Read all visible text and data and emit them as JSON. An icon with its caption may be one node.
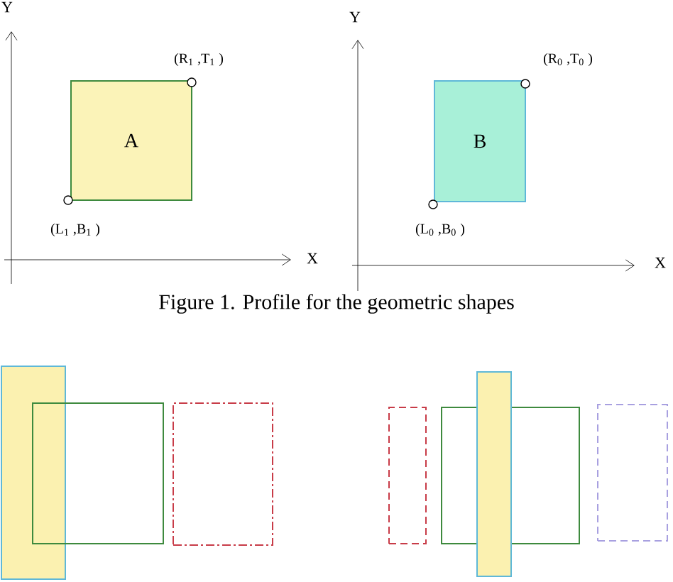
{
  "diagram": {
    "caption": "Figure 1. Profile for the geometric shapes",
    "nodes": [
      {
        "text": [
          "A"
        ]
      },
      {
        "text": [
          "B"
        ]
      },
      {
        "text": [],
        "shape": "box"
      },
      {
        "text": [],
        "shape": "box"
      },
      {
        "text": [],
        "shape": "box"
      },
      {
        "text": [],
        "shape": "box"
      },
      {
        "text": [],
        "shape": "box"
      },
      {
        "text": [],
        "shape": "box"
      },
      {
        "text": [],
        "shape": "box"
      }
    ],
    "labels": [
      "Y",
      "(R$_{1}$ ,T$_{1}$ )",
      "(L$_{1}$ ,B$_{1}$ )",
      "X",
      "Y",
      "(R$_{0}$ ,T$_{0}$ )",
      "(L$_{0}$ ,B$_{0}$ )",
      "X"
    ]
  }
}
